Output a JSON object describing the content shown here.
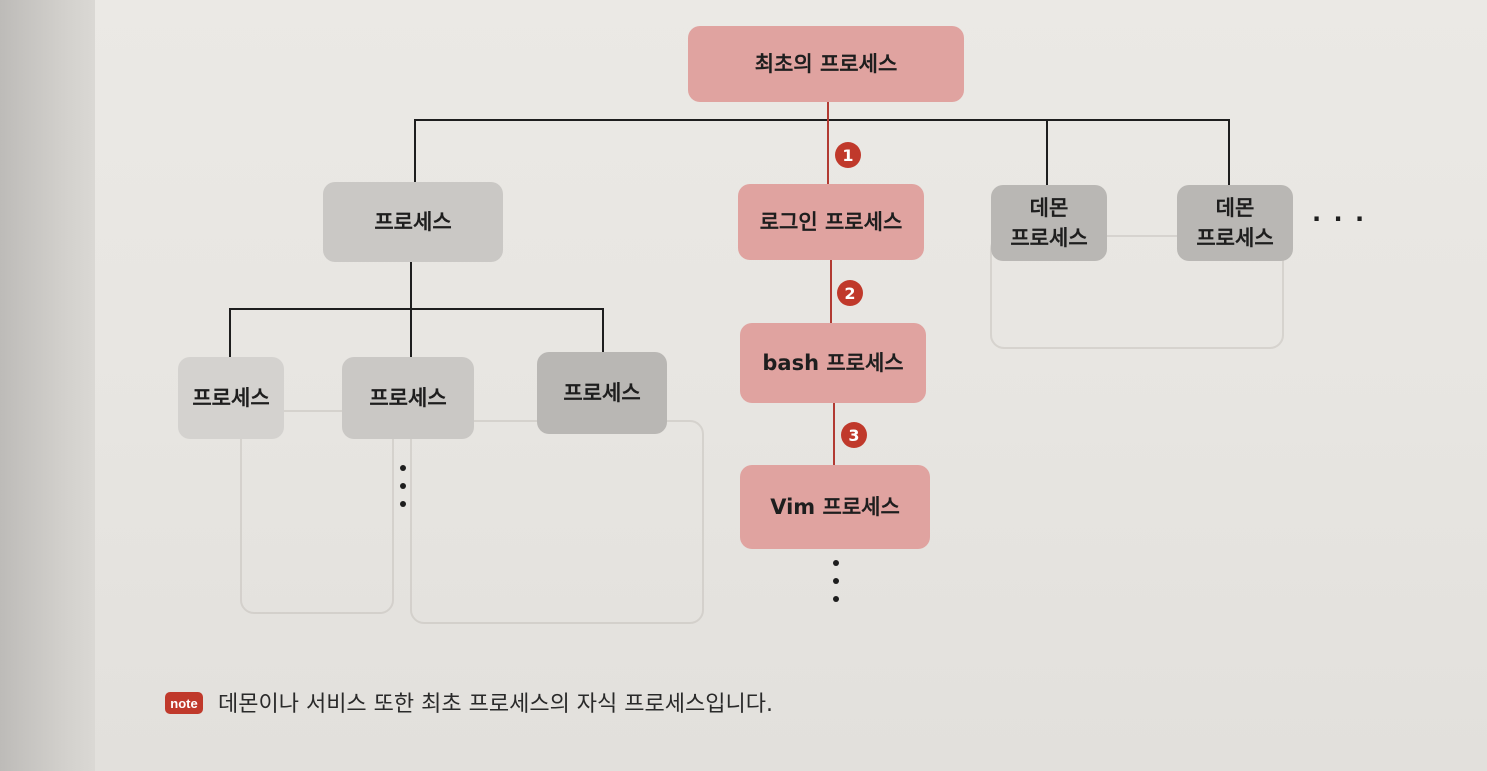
{
  "diagram": {
    "root": {
      "label": "최초의 프로세스"
    },
    "children": [
      {
        "label": "프로세스"
      },
      {
        "label": "로그인 프로세스"
      },
      {
        "label": "데몬\n프로세스"
      },
      {
        "label": "데몬\n프로세스"
      }
    ],
    "more_siblings": "· · ·",
    "grandchildren": [
      {
        "label": "프로세스"
      },
      {
        "label": "프로세스"
      },
      {
        "label": "프로세스"
      }
    ],
    "chain": [
      {
        "label": "bash 프로세스"
      },
      {
        "label": "Vim 프로세스"
      }
    ],
    "steps": [
      "1",
      "2",
      "3"
    ]
  },
  "note": {
    "tag": "note",
    "text": "데몬이나 서비스 또한 최초 프로세스의 자식 프로세스입니다."
  },
  "colors": {
    "highlight_node": "#e0a3a0",
    "normal_node": "#cac8c5",
    "step_badge": "#c0392b"
  }
}
